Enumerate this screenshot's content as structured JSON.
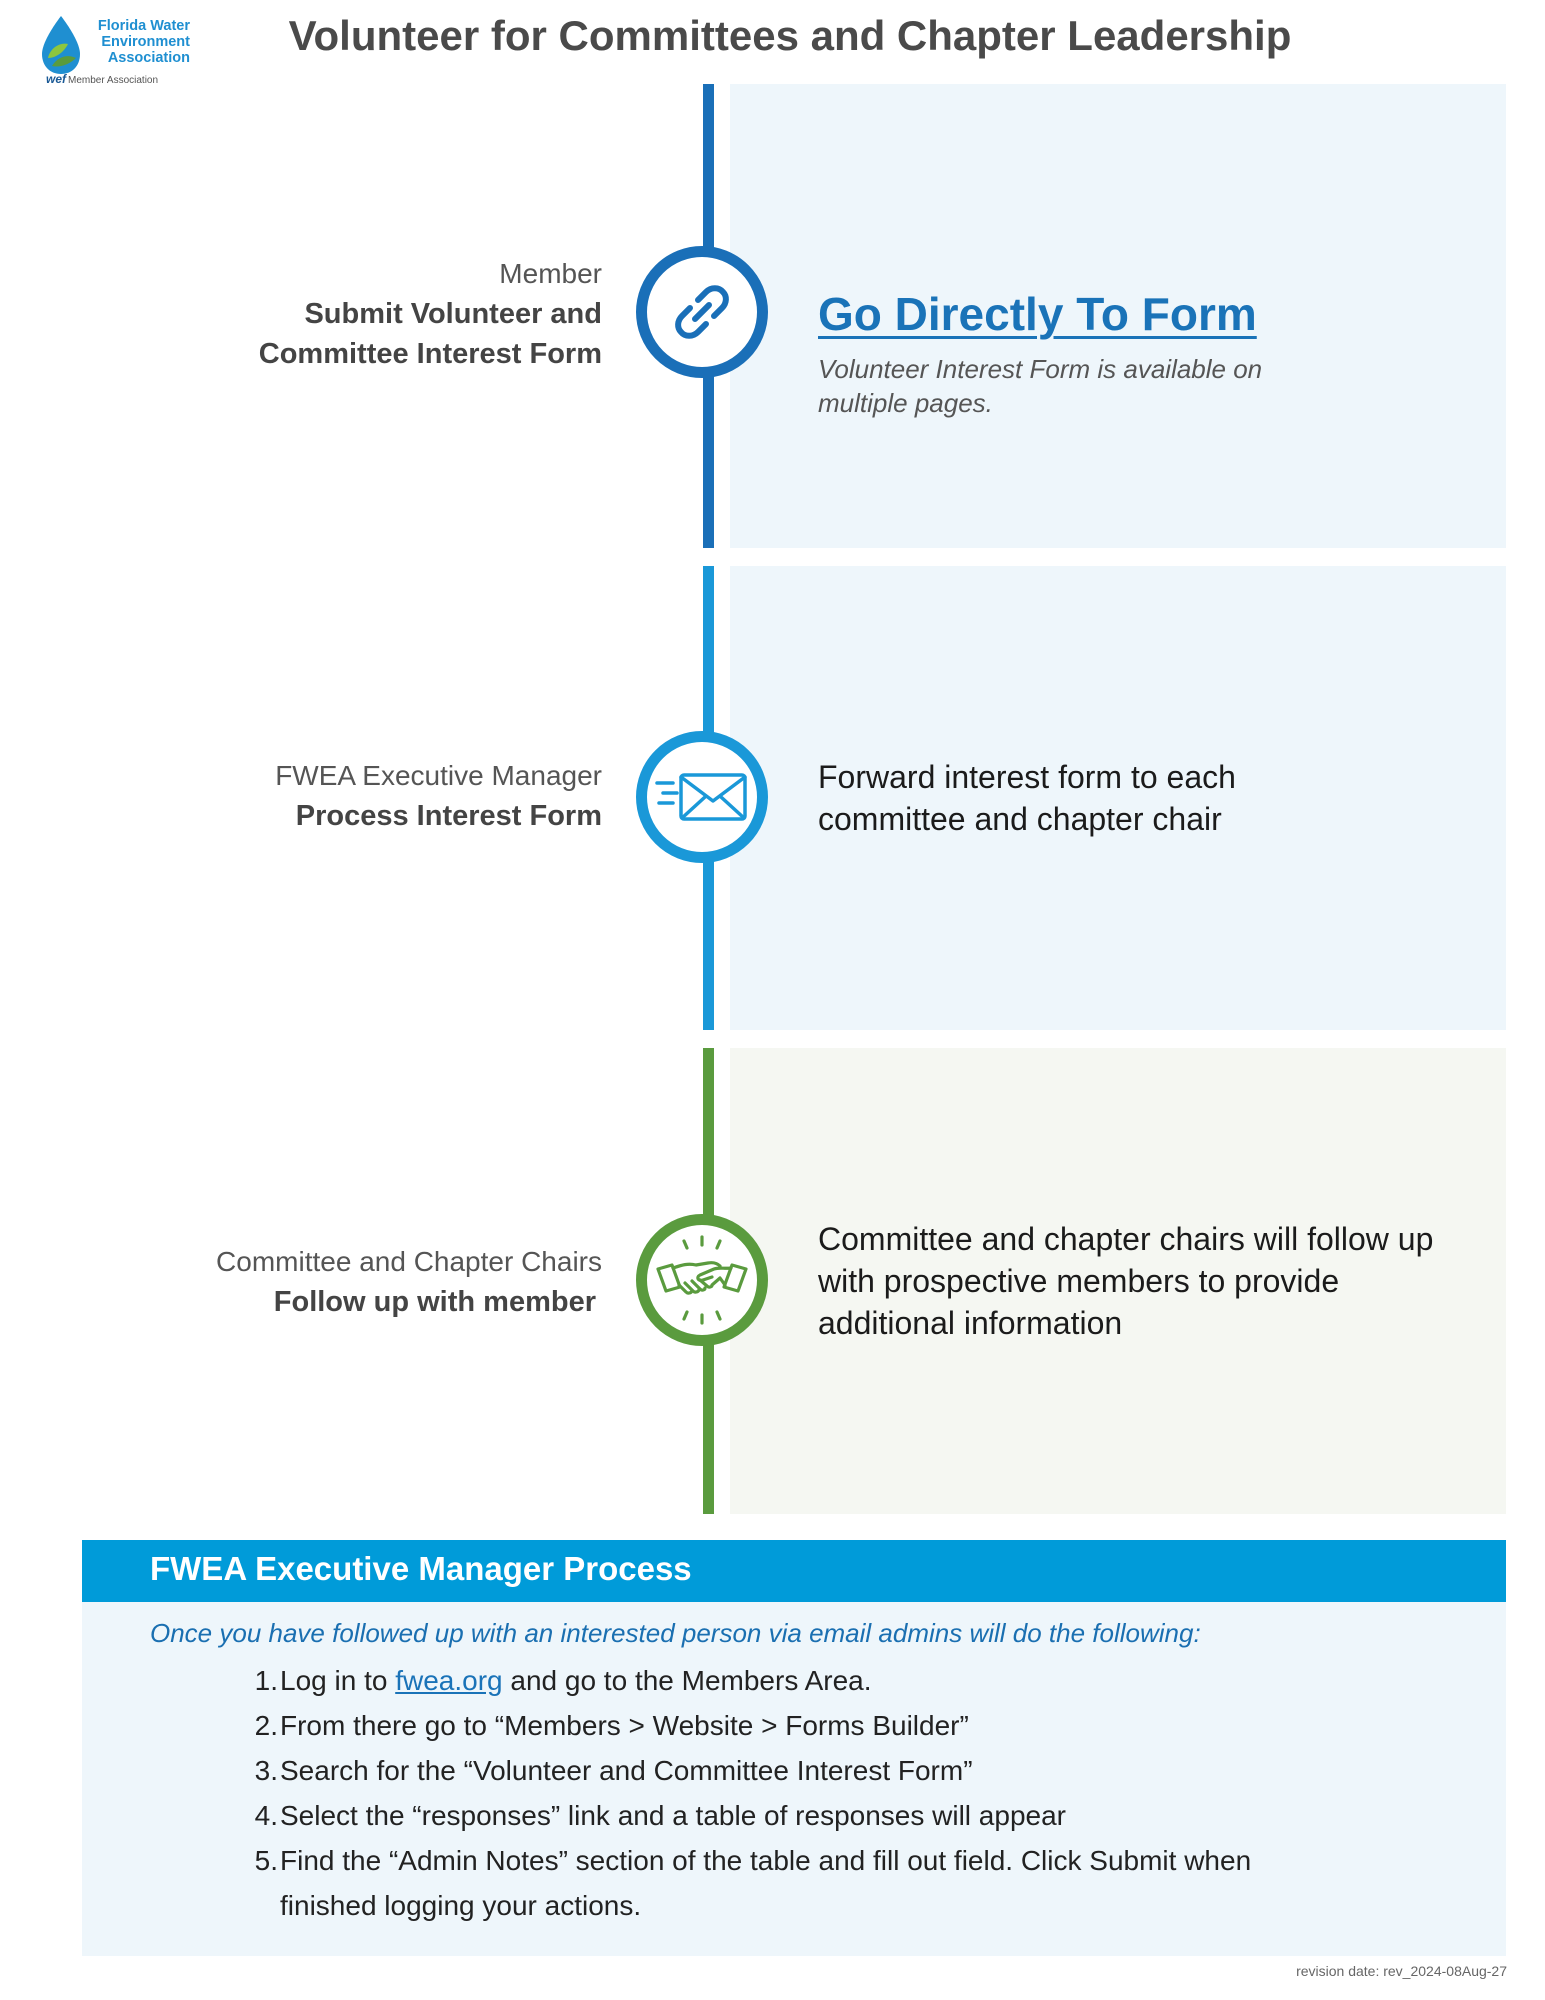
{
  "logo": {
    "brand_lines": [
      "Florida Water",
      "Environment",
      "Association"
    ],
    "wef": "wef",
    "member_text": "Member Association"
  },
  "title": "Volunteer for Committees and Chapter Leadership",
  "steps": [
    {
      "role": "Member",
      "task_line1": "Submit Volunteer and",
      "task_line2": "Committee Interest Form",
      "icon": "link-icon",
      "color": "#1a6fb8",
      "panel_color": "#eef6fb",
      "link_text": "Go Directly To Form",
      "note": "Volunteer Interest Form is available on multiple pages."
    },
    {
      "role": "FWEA Executive Manager",
      "task": "Process Interest Form",
      "icon": "mail-icon",
      "color": "#1a98d8",
      "panel_color": "#eef6fb",
      "detail": "Forward interest form to each committee and chapter chair"
    },
    {
      "role": "Committee and Chapter Chairs",
      "task": "Follow up with member",
      "icon": "handshake-icon",
      "color": "#5a9b3e",
      "panel_color": "#f5f7f2",
      "detail": "Committee and chapter chairs will follow up with prospective members to provide additional information"
    }
  ],
  "manager": {
    "heading": "FWEA Executive Manager Process",
    "intro": "Once you have followed up with an interested person via email admins will do the following:",
    "items": [
      {
        "num": "1.",
        "before": "Log in to ",
        "link": "fwea.org",
        "after": " and go to the Members Area."
      },
      {
        "num": "2.",
        "text": "From there go to “Members > Website > Forms Builder”"
      },
      {
        "num": "3.",
        "text": "Search for the “Volunteer and Committee Interest Form”"
      },
      {
        "num": "4.",
        "text": "Select the “responses” link and a table of responses will appear"
      },
      {
        "num": "5.",
        "text": "Find the “Admin Notes” section of the table and fill out field. Click Submit when finished logging your actions."
      }
    ]
  },
  "revision": "revision date: rev_2024-08Aug-27"
}
